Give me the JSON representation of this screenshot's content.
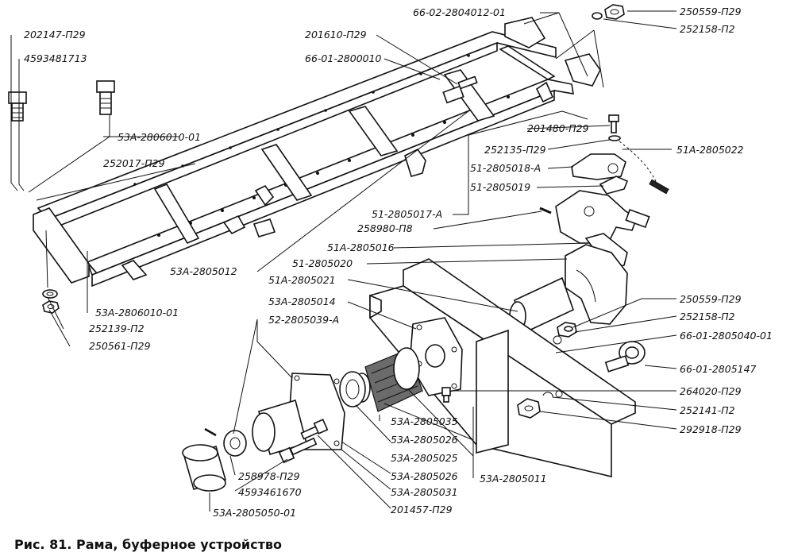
{
  "caption": "Рис.  81.  Рама, буферное устройство",
  "labels": [
    {
      "key": "l1",
      "text": "66-02-2804012-01"
    },
    {
      "key": "l2",
      "text": "250559-П29"
    },
    {
      "key": "l3",
      "text": "252158-П2"
    },
    {
      "key": "l4",
      "text": "201610-П29"
    },
    {
      "key": "l5",
      "text": "66-01-2800010"
    },
    {
      "key": "l6",
      "text": "202147-П29"
    },
    {
      "key": "l7",
      "text": "4593481713"
    },
    {
      "key": "l8",
      "text": "53А-2806010-01"
    },
    {
      "key": "l9",
      "text": "252017-П29"
    },
    {
      "key": "l10",
      "text": "201480-П29"
    },
    {
      "key": "l11",
      "text": "252135-П29"
    },
    {
      "key": "l12",
      "text": "51А-2805022"
    },
    {
      "key": "l13",
      "text": "51-2805018-А"
    },
    {
      "key": "l14",
      "text": "51-2805019"
    },
    {
      "key": "l15",
      "text": "51-2805017-А"
    },
    {
      "key": "l16",
      "text": "258980-П8"
    },
    {
      "key": "l17",
      "text": "51А-2805016"
    },
    {
      "key": "l18",
      "text": "51-2805020"
    },
    {
      "key": "l19",
      "text": "53А-2805012"
    },
    {
      "key": "l20",
      "text": "51А-2805021"
    },
    {
      "key": "l21",
      "text": "53А-2805014"
    },
    {
      "key": "l22",
      "text": "52-2805039-А"
    },
    {
      "key": "l23",
      "text": "53А-2806010-01"
    },
    {
      "key": "l24",
      "text": "252139-П2"
    },
    {
      "key": "l25",
      "text": "250561-П29"
    },
    {
      "key": "l26",
      "text": "250559-П29"
    },
    {
      "key": "l27",
      "text": "252158-П2"
    },
    {
      "key": "l28",
      "text": "66-01-2805040-01"
    },
    {
      "key": "l29",
      "text": "66-01-2805147"
    },
    {
      "key": "l30",
      "text": "264020-П29"
    },
    {
      "key": "l31",
      "text": "252141-П2"
    },
    {
      "key": "l32",
      "text": "292918-П29"
    },
    {
      "key": "l33",
      "text": "53А-2805035"
    },
    {
      "key": "l34",
      "text": "53А-2805026"
    },
    {
      "key": "l35",
      "text": "53А-2805025"
    },
    {
      "key": "l36",
      "text": "53А-2805026"
    },
    {
      "key": "l37",
      "text": "53А-2805031"
    },
    {
      "key": "l38",
      "text": "53А-2805011"
    },
    {
      "key": "l39",
      "text": "258978-П29"
    },
    {
      "key": "l40",
      "text": "4593461670"
    },
    {
      "key": "l41",
      "text": "201457-П29"
    },
    {
      "key": "l42",
      "text": "53А-2805050-01"
    }
  ]
}
